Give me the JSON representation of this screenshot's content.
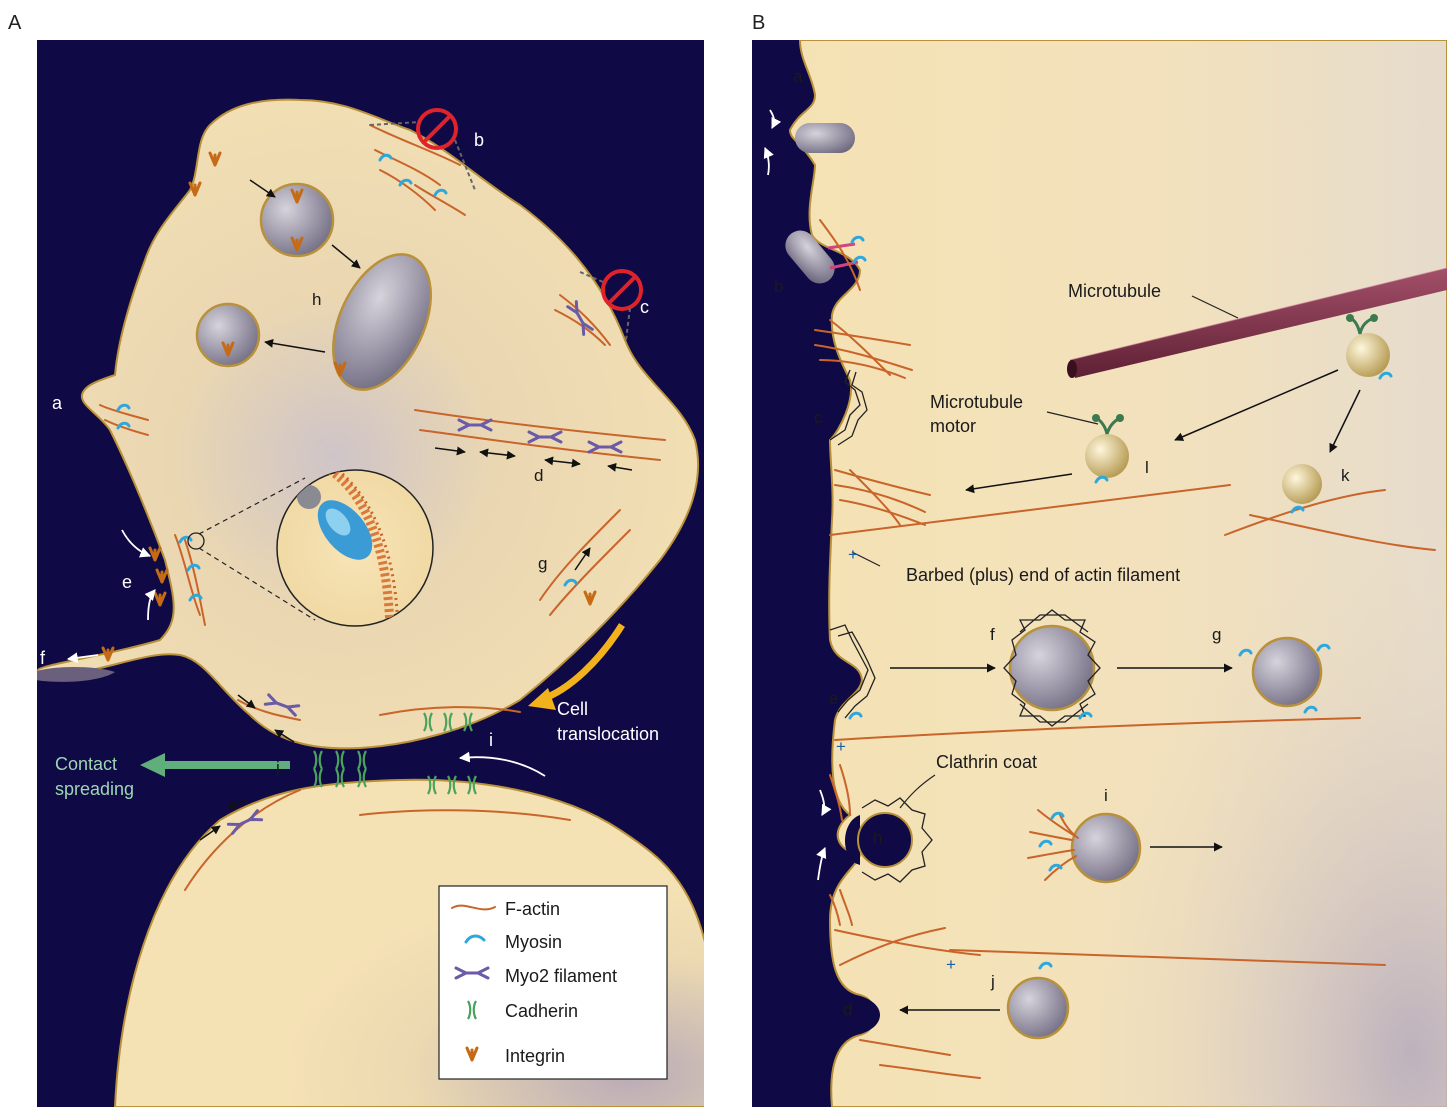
{
  "panels": {
    "a_letter": "A",
    "b_letter": "B"
  },
  "panel_a": {
    "labels": {
      "a": "a",
      "b": "b",
      "c": "c",
      "d": "d",
      "e": "e",
      "f": "f",
      "g": "g",
      "h": "h",
      "i": "i",
      "j": "j"
    },
    "cell_translocation": [
      "Cell",
      "translocation"
    ],
    "contact_spreading": [
      "Contact",
      "spreading"
    ],
    "legend": {
      "f_actin": "F-actin",
      "myosin": "Myosin",
      "myo2": "Myo2 filament",
      "cadherin": "Cadherin",
      "integrin": "Integrin"
    }
  },
  "panel_b": {
    "labels": {
      "a": "a",
      "b": "b",
      "c": "c",
      "d": "d",
      "e": "e",
      "f": "f",
      "g": "g",
      "h": "h",
      "i": "i",
      "j": "j",
      "k": "k",
      "l": "l"
    },
    "microtubule": "Microtubule",
    "microtubule_motor": [
      "Microtubule",
      "motor"
    ],
    "barbed_end": "Barbed (plus) end of actin filament",
    "clathrin_coat": "Clathrin coat",
    "plus": "+"
  },
  "colors": {
    "background": "#0f0945",
    "cytoplasm": "#f3dfae",
    "actin": "#c9642a",
    "myosin": "#2ea8dc",
    "myo2": "#6a5aa8",
    "cadherin": "#4aa35a",
    "integrin": "#c56a15",
    "yellow_arrow": "#f2b21c",
    "green_arrow": "#5fae7b"
  }
}
